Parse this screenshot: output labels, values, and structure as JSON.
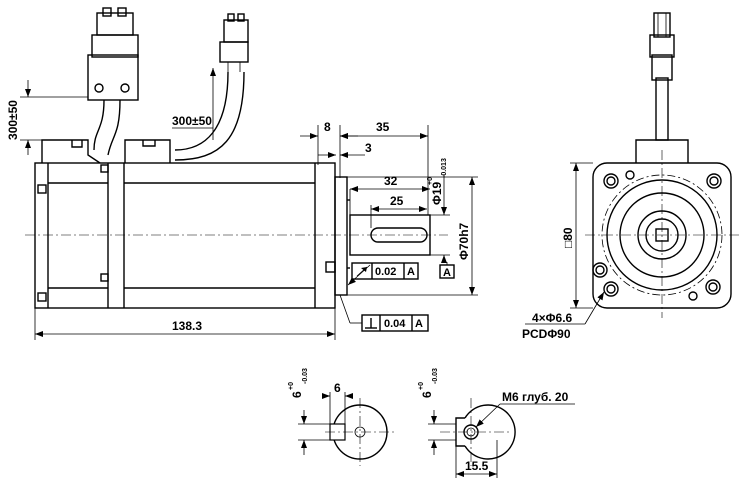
{
  "dimensions": {
    "cable_len_left": "300±50",
    "cable_len_right": "300±50",
    "d8": "8",
    "d35": "35",
    "d3": "3",
    "d32": "32",
    "d25": "25",
    "shaft_dia": "Φ19",
    "shaft_tol_upper": "+0",
    "shaft_tol_lower": "-0.013",
    "spigot_dia": "Φ70h7",
    "length": "138.3",
    "flange_square": "□80",
    "holes": "4×Φ6.6",
    "pcd": "PCDΦ90",
    "key_width_1": "6",
    "key_h_1": "6",
    "key_tol_1_upper": "+0",
    "key_tol_1_lower": "-0.03",
    "key_h_2": "6",
    "key_tol_2_upper": "+0",
    "key_tol_2_lower": "-0.03",
    "thread": "M6 глуб. 20",
    "d15_5": "15.5"
  },
  "tolerances": {
    "runout_value": "0.02",
    "runout_datum": "A",
    "perp_value": "0.04",
    "perp_datum": "A",
    "datum_label": "A"
  }
}
